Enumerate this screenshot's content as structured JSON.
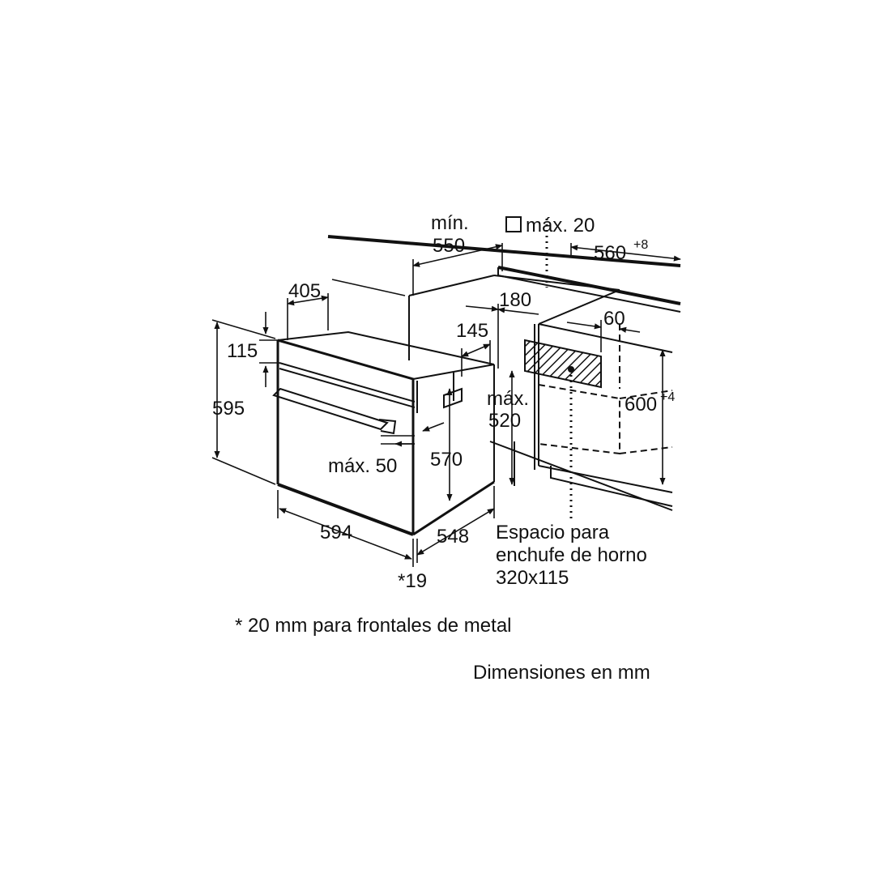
{
  "labels": {
    "min": "mín.",
    "d550": "550",
    "max20": "máx. 20",
    "d560": "560",
    "d560_tol": "+8",
    "d405": "405",
    "d180": "180",
    "d60": "60",
    "d145": "145",
    "d115": "115",
    "d595": "595",
    "max": "máx.",
    "d520": "520",
    "d600": "600",
    "d600_tol": "+4",
    "d570": "570",
    "max50": "máx. 50",
    "d594": "594",
    "d548": "548",
    "d19": "*19",
    "socket1": "Espacio para",
    "socket2": "enchufe de horno",
    "socket3": "320x115"
  },
  "footnote": "* 20 mm para frontales de metal",
  "units": "Dimensiones en mm",
  "colors": {
    "line": "#111111",
    "background": "#ffffff"
  }
}
